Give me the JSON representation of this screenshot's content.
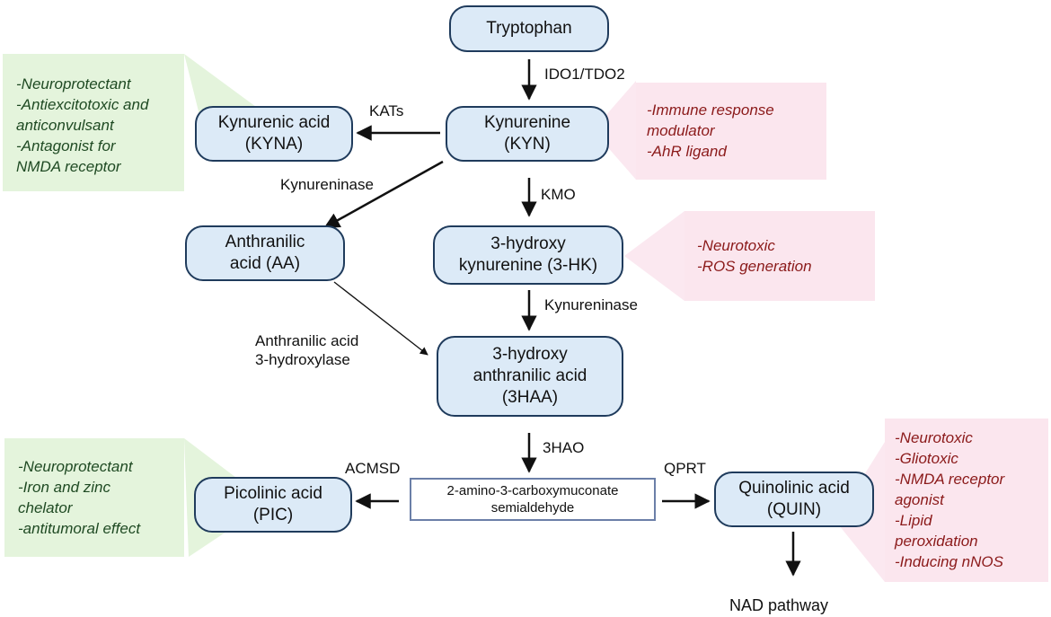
{
  "nodes": {
    "tryptophan": [
      "Tryptophan"
    ],
    "kynurenine": [
      "Kynurenine",
      "(KYN)"
    ],
    "kyna": [
      "Kynurenic acid",
      "(KYNA)"
    ],
    "aa": [
      "Anthranilic",
      "acid (AA)"
    ],
    "hk": [
      "3-hydroxy",
      "kynurenine (3-HK)"
    ],
    "haa": [
      "3-hydroxy",
      "anthranilic acid",
      "(3HAA)"
    ],
    "acms": [
      "2-amino-3-carboxymuconate",
      "semialdehyde"
    ],
    "pic": [
      "Picolinic acid",
      "(PIC)"
    ],
    "quin": [
      "Quinolinic acid",
      "(QUIN)"
    ]
  },
  "enzymes": {
    "ido": "IDO1/TDO2",
    "kats": "KATs",
    "kynureninase1": "Kynureninase",
    "kmo": "KMO",
    "kynureninase2": "Kynureninase",
    "aa3h": [
      "Anthranilic acid",
      "3-hydroxylase"
    ],
    "hao": "3HAO",
    "acmsd": "ACMSD",
    "qprt": "QPRT",
    "nad": "NAD pathway"
  },
  "notes": {
    "kyna": [
      "-Neuroprotectant",
      "-Antiexcitotoxic and",
      "anticonvulsant",
      "-Antagonist for",
      "NMDA receptor"
    ],
    "kyn": [
      "-Immune response",
      "modulator",
      "-AhR ligand"
    ],
    "hk": [
      "-Neurotoxic",
      "-ROS generation"
    ],
    "pic": [
      "-Neuroprotectant",
      "-Iron and zinc",
      "chelator",
      "-antitumoral effect"
    ],
    "quin": [
      "-Neurotoxic",
      "-Gliotoxic",
      "-NMDA receptor",
      "agonist",
      "-Lipid",
      "peroxidation",
      "-Inducing nNOS"
    ]
  },
  "colors": {
    "node_fill": "#dceaf7",
    "node_border": "#1f3b5c",
    "green_note_fill": "#e4f4dc",
    "red_note_fill": "#fbe6ee",
    "green_text": "#1f4a23",
    "red_text": "#8b1a1a"
  }
}
